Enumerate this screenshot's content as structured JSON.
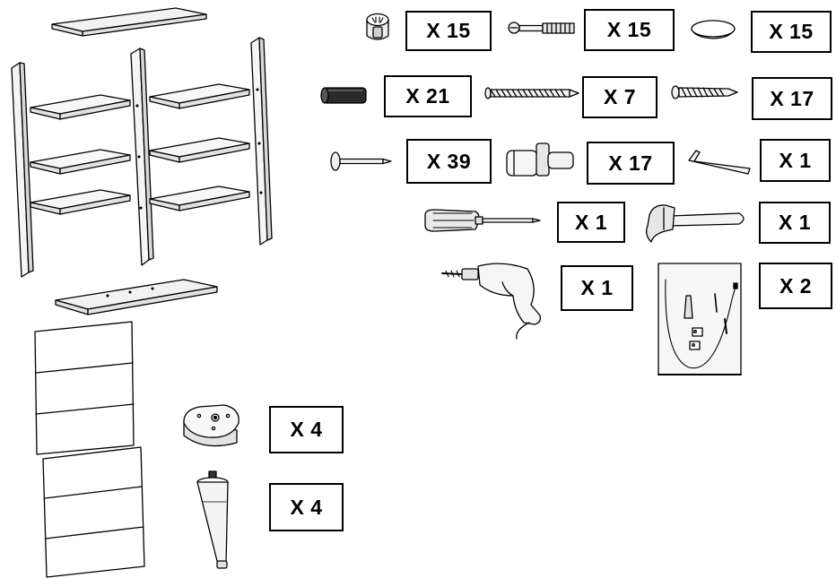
{
  "colors": {
    "line": "#000000",
    "panel": "#ffffff",
    "shadow": "#e6e6e6"
  },
  "hardware": [
    {
      "icon": "cam-lock-icon",
      "qty": "X 15"
    },
    {
      "icon": "cam-bolt-icon",
      "qty": "X 15"
    },
    {
      "icon": "cover-cap-icon",
      "qty": "X 15"
    },
    {
      "icon": "wooden-dowel-icon",
      "qty": "X 21"
    },
    {
      "icon": "long-screw-icon",
      "qty": "X 7"
    },
    {
      "icon": "short-screw-icon",
      "qty": "X 17"
    },
    {
      "icon": "nail-icon",
      "qty": "X 39"
    },
    {
      "icon": "shelf-support-pin-icon",
      "qty": "X 17"
    },
    {
      "icon": "allen-key-icon",
      "qty": "X 1"
    },
    {
      "icon": "screwdriver-icon",
      "qty": "X 1"
    },
    {
      "icon": "hammer-icon",
      "qty": "X 1"
    },
    {
      "icon": "power-drill-icon",
      "qty": "X 1"
    },
    {
      "icon": "wall-anchor-kit-icon",
      "qty": "X 2"
    },
    {
      "icon": "leg-mounting-plate-icon",
      "qty": "X 4"
    },
    {
      "icon": "tapered-leg-icon",
      "qty": "X 4"
    }
  ]
}
